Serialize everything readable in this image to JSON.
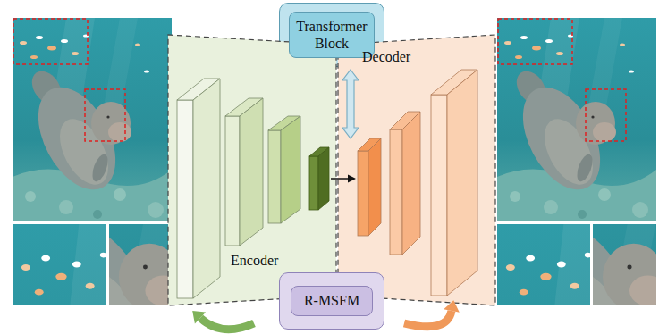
{
  "diagram": {
    "nodes": [
      {
        "text": [
          "Transformer Block"
        ]
      },
      {
        "text": [
          "Encoder"
        ]
      },
      {
        "text": [
          "Decoder"
        ]
      },
      {
        "text": [
          "R-MSFM"
        ]
      }
    ]
  }
}
